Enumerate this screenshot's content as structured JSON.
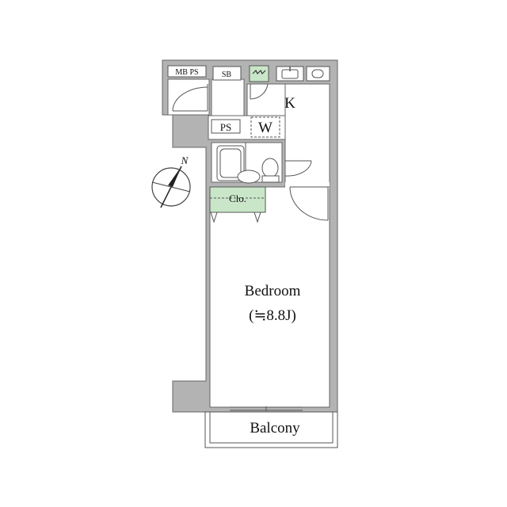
{
  "floorplan": {
    "labels": {
      "mb_ps": "MB PS",
      "sb": "SB",
      "kitchen": "K",
      "ps": "PS",
      "washer": "W",
      "closet": "Clo.",
      "bedroom": "Bedroom",
      "bedroom_size": "(≒8.8J)",
      "balcony": "Balcony"
    },
    "compass": {
      "north_label": "N"
    },
    "colors": {
      "wall": "#b3b3b3",
      "wall_outline": "#666666",
      "closet_fill": "#c9e6c9",
      "shoe_box_fill": "#c9e6c9",
      "line": "#555555"
    }
  }
}
